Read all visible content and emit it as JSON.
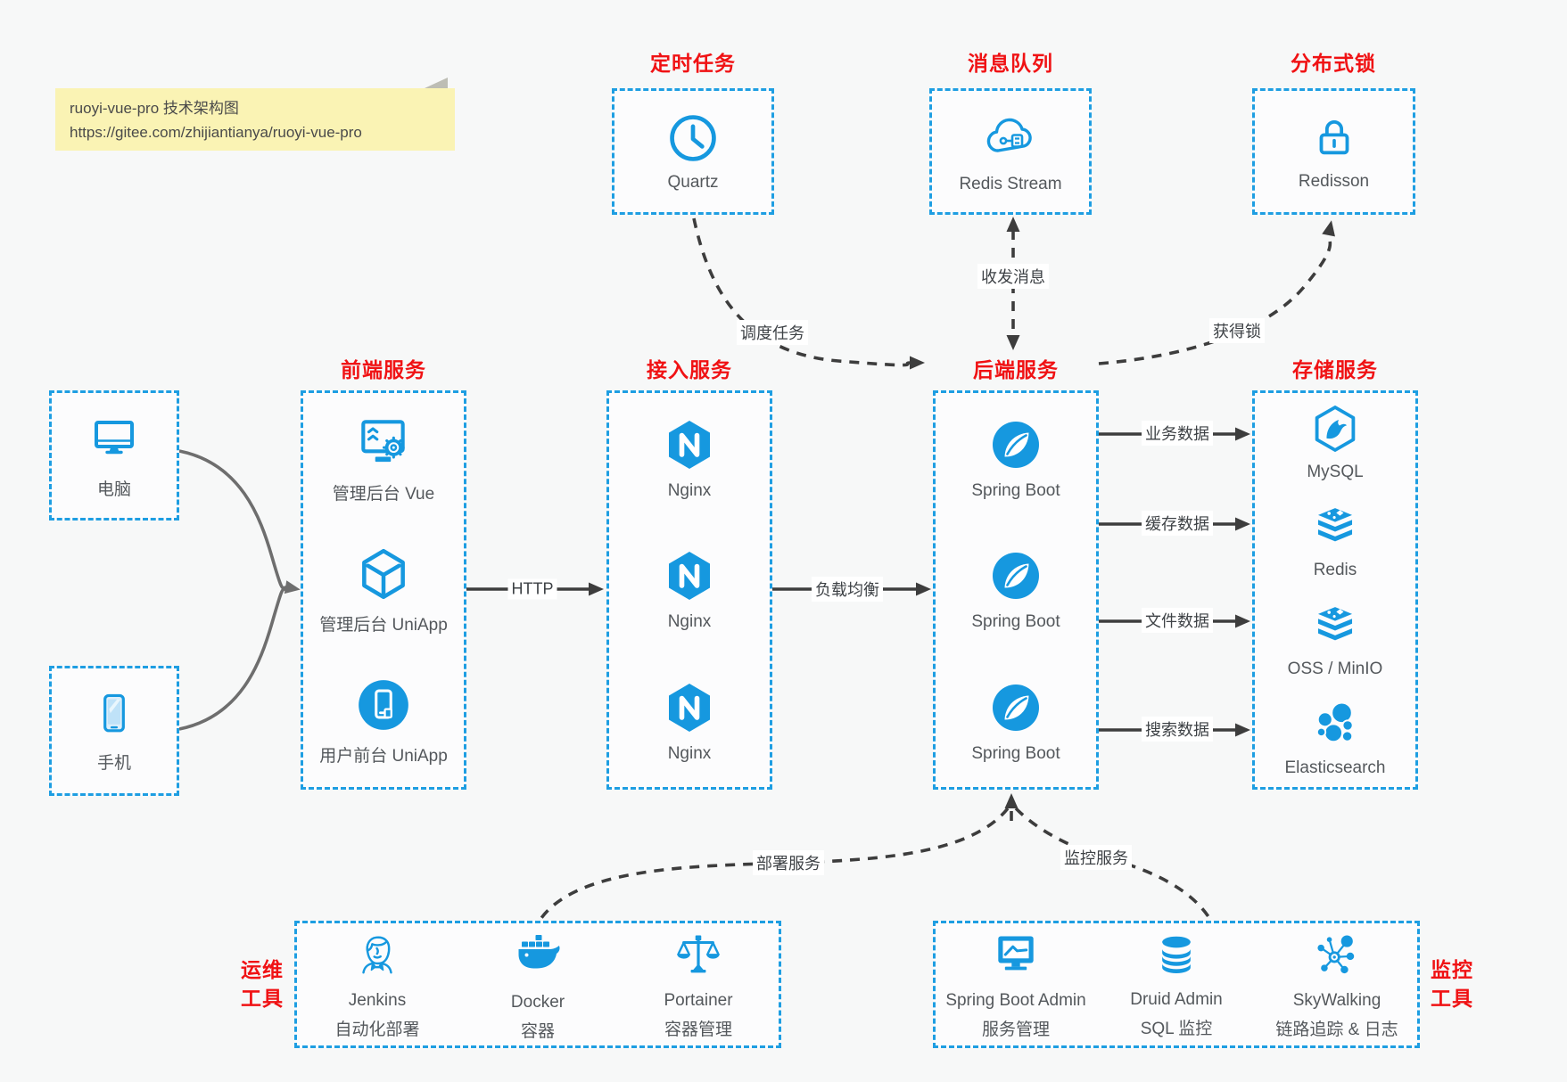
{
  "note": {
    "title": "ruoyi-vue-pro 技术架构图",
    "url": "https://gitee.com/zhijiantianya/ruoyi-vue-pro"
  },
  "top_row": [
    {
      "title": "定时任务",
      "label": "Quartz",
      "icon": "clock-icon"
    },
    {
      "title": "消息队列",
      "label": "Redis Stream",
      "icon": "cloud-stream-icon"
    },
    {
      "title": "分布式锁",
      "label": "Redisson",
      "icon": "lock-icon"
    }
  ],
  "clients": [
    {
      "label": "电脑",
      "icon": "desktop-icon"
    },
    {
      "label": "手机",
      "icon": "smartphone-icon"
    }
  ],
  "frontend": {
    "title": "前端服务",
    "items": [
      {
        "label": "管理后台 Vue",
        "icon": "admin-vue-icon"
      },
      {
        "label": "管理后台 UniApp",
        "icon": "uniapp-cube-icon"
      },
      {
        "label": "用户前台 UniApp",
        "icon": "user-app-icon"
      }
    ]
  },
  "gateway": {
    "title": "接入服务",
    "items": [
      {
        "label": "Nginx",
        "icon": "nginx-icon"
      },
      {
        "label": "Nginx",
        "icon": "nginx-icon"
      },
      {
        "label": "Nginx",
        "icon": "nginx-icon"
      }
    ]
  },
  "backend": {
    "title": "后端服务",
    "items": [
      {
        "label": "Spring Boot",
        "icon": "spring-boot-icon"
      },
      {
        "label": "Spring Boot",
        "icon": "spring-boot-icon"
      },
      {
        "label": "Spring Boot",
        "icon": "spring-boot-icon"
      }
    ]
  },
  "storage": {
    "title": "存储服务",
    "items": [
      {
        "label": "MySQL",
        "icon": "mysql-icon"
      },
      {
        "label": "Redis",
        "icon": "redis-stack-icon"
      },
      {
        "label": "OSS / MinIO",
        "icon": "oss-stack-icon"
      },
      {
        "label": "Elasticsearch",
        "icon": "elasticsearch-icon"
      }
    ]
  },
  "edges": {
    "http": "HTTP",
    "load_balance": "负载均衡",
    "schedule": "调度任务",
    "messaging": "收发消息",
    "lock": "获得锁",
    "business_data": "业务数据",
    "cache_data": "缓存数据",
    "file_data": "文件数据",
    "search_data": "搜索数据",
    "deploy": "部署服务",
    "monitor": "监控服务"
  },
  "ops": {
    "title_lines": [
      "运维",
      "工具"
    ],
    "items": [
      {
        "name": "Jenkins",
        "desc": "自动化部署",
        "icon": "jenkins-icon"
      },
      {
        "name": "Docker",
        "desc": "容器",
        "icon": "docker-icon"
      },
      {
        "name": "Portainer",
        "desc": "容器管理",
        "icon": "portainer-icon"
      }
    ]
  },
  "monitoring": {
    "title_lines": [
      "监控",
      "工具"
    ],
    "items": [
      {
        "name": "Spring Boot Admin",
        "desc": "服务管理",
        "icon": "spring-boot-admin-icon"
      },
      {
        "name": "Druid Admin",
        "desc": "SQL 监控",
        "icon": "druid-icon"
      },
      {
        "name": "SkyWalking",
        "desc": "链路追踪 & 日志",
        "icon": "skywalking-icon"
      }
    ]
  },
  "colors": {
    "accent_blue": "#1698df",
    "border_blue": "#1e9ee2",
    "title_red": "#f01214",
    "label_gray": "#54585c",
    "arrow_dark": "#3d3d3d",
    "client_arrow_gray": "#6e6e6e",
    "note_bg": "#faf3b4",
    "canvas_bg": "#f7f8f8"
  }
}
